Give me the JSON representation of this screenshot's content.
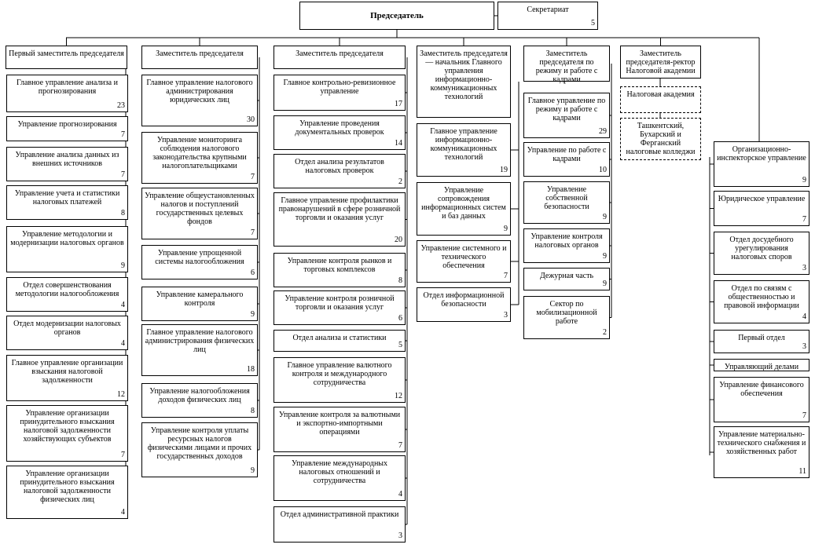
{
  "chair": "Председатель",
  "secretariat": {
    "label": "Секретариат",
    "count": "5"
  },
  "columns": [
    {
      "head": "Первый заместитель председателя",
      "units": [
        {
          "label": "Главное управление анализа и прогнозирования",
          "count": "23"
        },
        {
          "label": "Управление прогнозирования",
          "count": "7"
        },
        {
          "label": "Управление анализа данных из внешних источников",
          "count": "7"
        },
        {
          "label": "Управление учета и статистики налоговых платежей",
          "count": "8"
        },
        {
          "label": "Управление методологии и модернизации налоговых органов",
          "count": "9"
        },
        {
          "label": "Отдел совершенствования методологии налогообложения",
          "count": "4"
        },
        {
          "label": "Отдел модернизации налоговых органов",
          "count": "4"
        },
        {
          "label": "Главное управление организации взыскания налоговой задолженности",
          "count": "12"
        },
        {
          "label": "Управление организации принудительного взыскания налоговой задолженности хозяйствующих субъектов",
          "count": "7"
        },
        {
          "label": "Управление организации принудительного взыскания налоговой задолженности физических лиц",
          "count": "4"
        }
      ]
    },
    {
      "head": "Заместитель председателя",
      "units": [
        {
          "label": "Главное управление налогового администрирования юридических лиц",
          "count": "30"
        },
        {
          "label": "Управление мониторинга соблюдения налогового законодательства крупными налогоплательщиками",
          "count": "7"
        },
        {
          "label": "Управление общеустановленных налогов и поступлений государственных целевых фондов",
          "count": "7"
        },
        {
          "label": "Управление упрощенной системы налогообложения",
          "count": "6"
        },
        {
          "label": "Управление камерального контроля",
          "count": "9"
        },
        {
          "label": "Главное управление налогового администрирования физических лиц",
          "count": "18"
        },
        {
          "label": "Управление налогообложения доходов физических лиц",
          "count": "8"
        },
        {
          "label": "Управление контроля уплаты ресурсных налогов физическими лицами и прочих государственных доходов",
          "count": "9"
        }
      ]
    },
    {
      "head": "Заместитель председателя",
      "units": [
        {
          "label": "Главное контрольно-ревизионное управление",
          "count": "17"
        },
        {
          "label": "Управление проведения документальных проверок",
          "count": "14"
        },
        {
          "label": "Отдел анализа результатов налоговых проверок",
          "count": "2"
        },
        {
          "label": "Главное управление профилактики правонарушений в сфере розничной торговли и оказания услуг",
          "count": "20"
        },
        {
          "label": "Управление контроля рынков и торговых комплексов",
          "count": "8"
        },
        {
          "label": "Управление контроля розничной торговли и оказания услуг",
          "count": "6"
        },
        {
          "label": "Отдел анализа и статистики",
          "count": "5"
        },
        {
          "label": "Главное управление валютного контроля и международного сотрудничества",
          "count": "12"
        },
        {
          "label": "Управление контроля за валютными и экспортно-импортными операциями",
          "count": "7"
        },
        {
          "label": "Управление международных налоговых отношений и сотрудничества",
          "count": "4"
        },
        {
          "label": "Отдел административной практики",
          "count": "3"
        }
      ]
    },
    {
      "head": "Заместитель председателя — начальник Главного управления информационно-коммуникационных технологий",
      "units": [
        {
          "label": "Главное управление информационно-коммуникационных технологий",
          "count": "19"
        },
        {
          "label": "Управление сопровождения информационных систем и баз данных",
          "count": "9"
        },
        {
          "label": "Управление системного и технического обеспечения",
          "count": "7"
        },
        {
          "label": "Отдел информационной безопасности",
          "count": "3"
        }
      ]
    },
    {
      "head": "Заместитель председателя по режиму и работе с кадрами",
      "units": [
        {
          "label": "Главное управление по режиму и работе с кадрами",
          "count": "29"
        },
        {
          "label": "Управление по работе с кадрами",
          "count": "10"
        },
        {
          "label": "Управление собственной безопасности",
          "count": "9"
        },
        {
          "label": "Управление контроля налоговых органов",
          "count": "9"
        },
        {
          "label": "Дежурная часть",
          "count": "9"
        },
        {
          "label": "Сектор по мобилизационной работе",
          "count": "2"
        }
      ]
    },
    {
      "head": "Заместитель председателя-ректор Налоговой академии",
      "units": [
        {
          "label": "Налоговая академия",
          "count": ""
        },
        {
          "label": "Ташкентский, Бухарский и Ферганский налоговые колледжи",
          "count": ""
        }
      ]
    },
    {
      "head": "",
      "units": [
        {
          "label": "Организационно-инспекторское управление",
          "count": "9"
        },
        {
          "label": "Юридическое управление",
          "count": "7"
        },
        {
          "label": "Отдел досудебного урегулирования налоговых споров",
          "count": "3"
        },
        {
          "label": "Отдел по связям с общественностью и правовой информации",
          "count": "4"
        },
        {
          "label": "Первый отдел",
          "count": "3"
        },
        {
          "label": "Управляющий делами",
          "count": ""
        },
        {
          "label": "Управление финансового обеспечения",
          "count": "7"
        },
        {
          "label": "Управление материально-технического снабжения и хозяйственных работ",
          "count": "11"
        }
      ]
    }
  ]
}
